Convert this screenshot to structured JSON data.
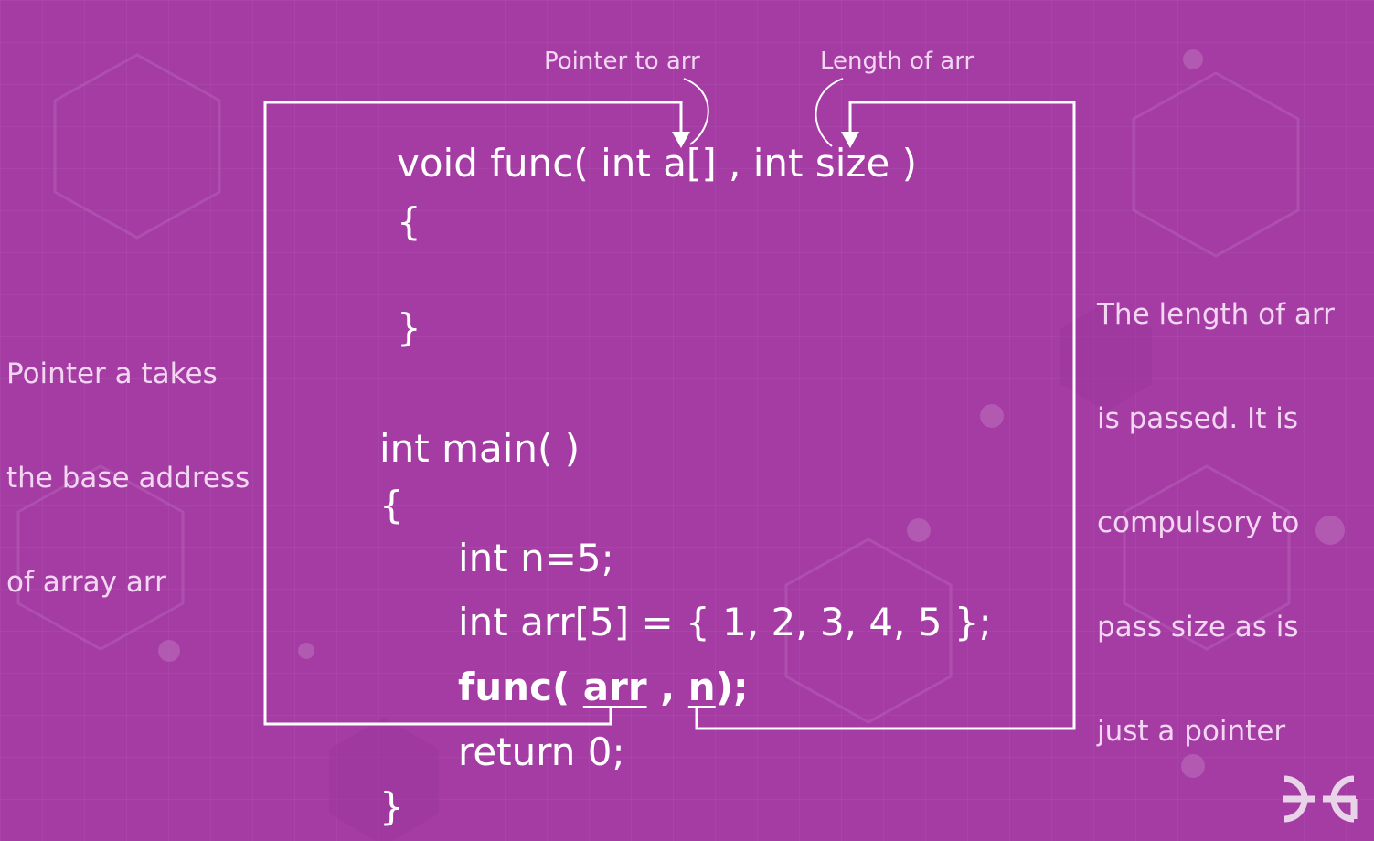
{
  "labels": {
    "pointer_to_arr": "Pointer to arr",
    "length_of_arr": "Length of arr",
    "left_note": [
      "Pointer a takes",
      "the base address",
      "of array arr"
    ],
    "right_note": [
      "The length of arr",
      "is passed. It is",
      "compulsory to",
      "pass size as is",
      "just a pointer"
    ]
  },
  "code": {
    "func_signature": "void func( int a[] , int size )",
    "func_open": "{",
    "func_close": "}",
    "main_signature": "int main( )",
    "main_open": "{",
    "line_n": "int n=5;",
    "line_arr": "int arr[5] = { 1, 2, 3, 4, 5 };",
    "call_prefix": "func( ",
    "call_arg1": "arr",
    "call_sep": " , ",
    "call_arg2": "n",
    "call_suffix": ");",
    "line_return": "return 0;",
    "main_close": "}"
  },
  "logo": {
    "name": "geeksforgeeks-logo-icon",
    "text": "ƏG"
  },
  "colors": {
    "background": "#a43ca4",
    "text": "#ffffff",
    "annotation": "#f2d6f2",
    "grid": "#b55ab5"
  }
}
